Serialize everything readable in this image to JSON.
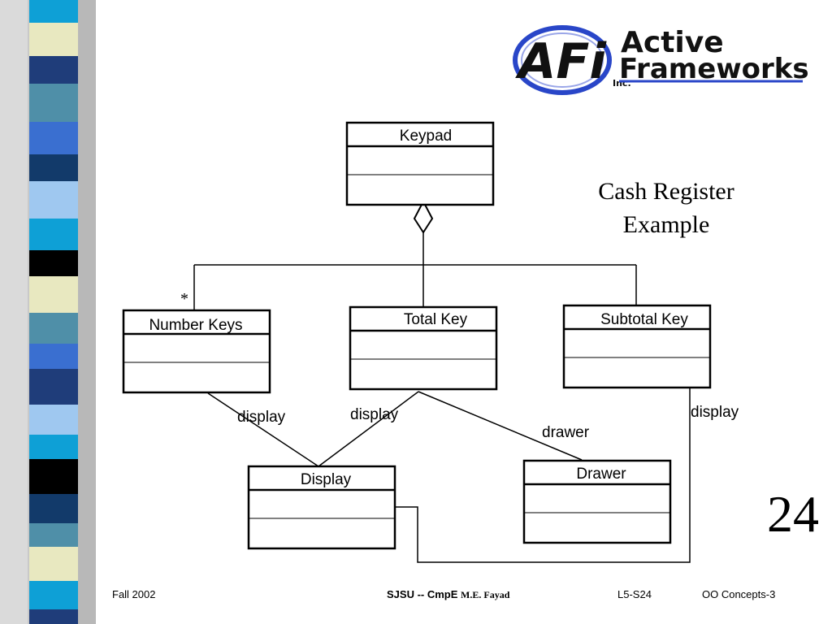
{
  "logo": {
    "line1": "Active",
    "line2": "Frameworks",
    "suffix": "Inc.",
    "mark": "AFi"
  },
  "title": {
    "line1": "Cash Register",
    "line2": "Example"
  },
  "slide_number": "24",
  "classes": {
    "keypad": "Keypad",
    "number_keys": "Number Keys",
    "total_key": "Total Key",
    "subtotal_key": "Subtotal Key",
    "display": "Display",
    "drawer": "Drawer"
  },
  "associations": {
    "multiplicity": "*",
    "number_keys_display": "display",
    "total_key_display": "display",
    "total_key_drawer": "drawer",
    "subtotal_key_display": "display"
  },
  "footer": {
    "term": "Fall 2002",
    "course": "SJSU -- CmpE",
    "author": "M.E. Fayad",
    "slide_ref": "L5-S24",
    "topic": "OO Concepts-3"
  },
  "colors": {
    "stripe": [
      "#0ea0d6",
      "#1f3d7a",
      "#e8e8c0",
      "#000000",
      "#3a6fd0",
      "#4f8fa8",
      "#9fc8f0",
      "#123a6a"
    ],
    "logo_blue": "#2946c8"
  }
}
